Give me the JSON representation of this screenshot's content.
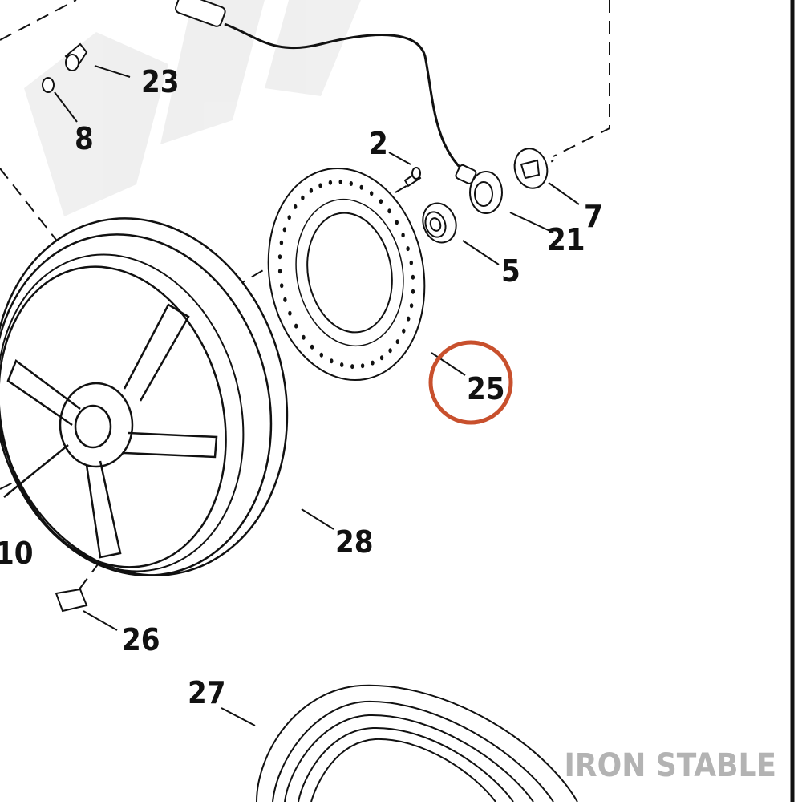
{
  "diagram": {
    "callouts": [
      {
        "id": "c23",
        "label": "23"
      },
      {
        "id": "c8",
        "label": "8"
      },
      {
        "id": "c2",
        "label": "2"
      },
      {
        "id": "c7",
        "label": "7"
      },
      {
        "id": "c21",
        "label": "21"
      },
      {
        "id": "c5",
        "label": "5"
      },
      {
        "id": "c25",
        "label": "25",
        "highlighted": true
      },
      {
        "id": "c28",
        "label": "28"
      },
      {
        "id": "c10",
        "label": "10"
      },
      {
        "id": "c26",
        "label": "26"
      },
      {
        "id": "c27",
        "label": "27"
      }
    ],
    "highlight_color": "#c8502d",
    "watermark_text": "IRON STABLE",
    "watermark_color": "#b3b3b3",
    "line_color": "#111111"
  }
}
